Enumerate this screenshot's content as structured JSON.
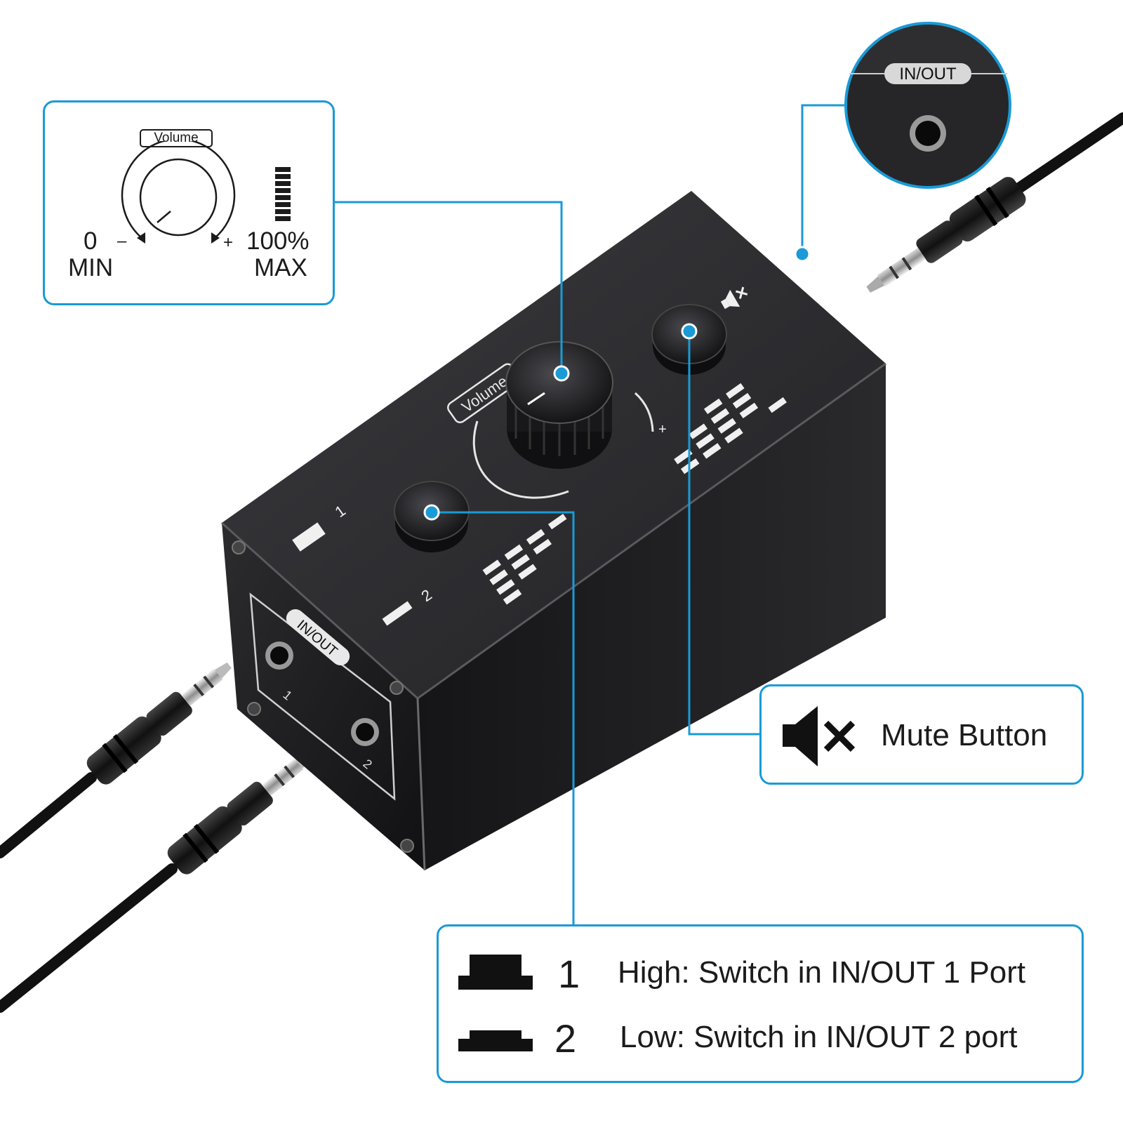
{
  "volume_callout": {
    "label": "Volume",
    "min_value": "0",
    "min_label": "MIN",
    "minus_sign": "–",
    "plus_sign": "+",
    "max_value": "100%",
    "max_label": "MAX"
  },
  "port_callout": {
    "label": "IN/OUT"
  },
  "device": {
    "knob_label": "Volume",
    "port_label": "IN/OUT",
    "port_1": "1",
    "port_2": "2",
    "switch_1": "1",
    "switch_2": "2",
    "plus_sign": "+"
  },
  "mute_callout": {
    "label": "Mute Button"
  },
  "switch_callout": {
    "row_1": {
      "number": "1",
      "text": "High: Switch in IN/OUT 1 Port"
    },
    "row_2": {
      "number": "2",
      "text": "Low: Switch in IN/OUT 2 port"
    }
  },
  "colors": {
    "accent": "#1a9ad6",
    "device_body": "#1c1c1e",
    "text": "#1b1b1b"
  }
}
